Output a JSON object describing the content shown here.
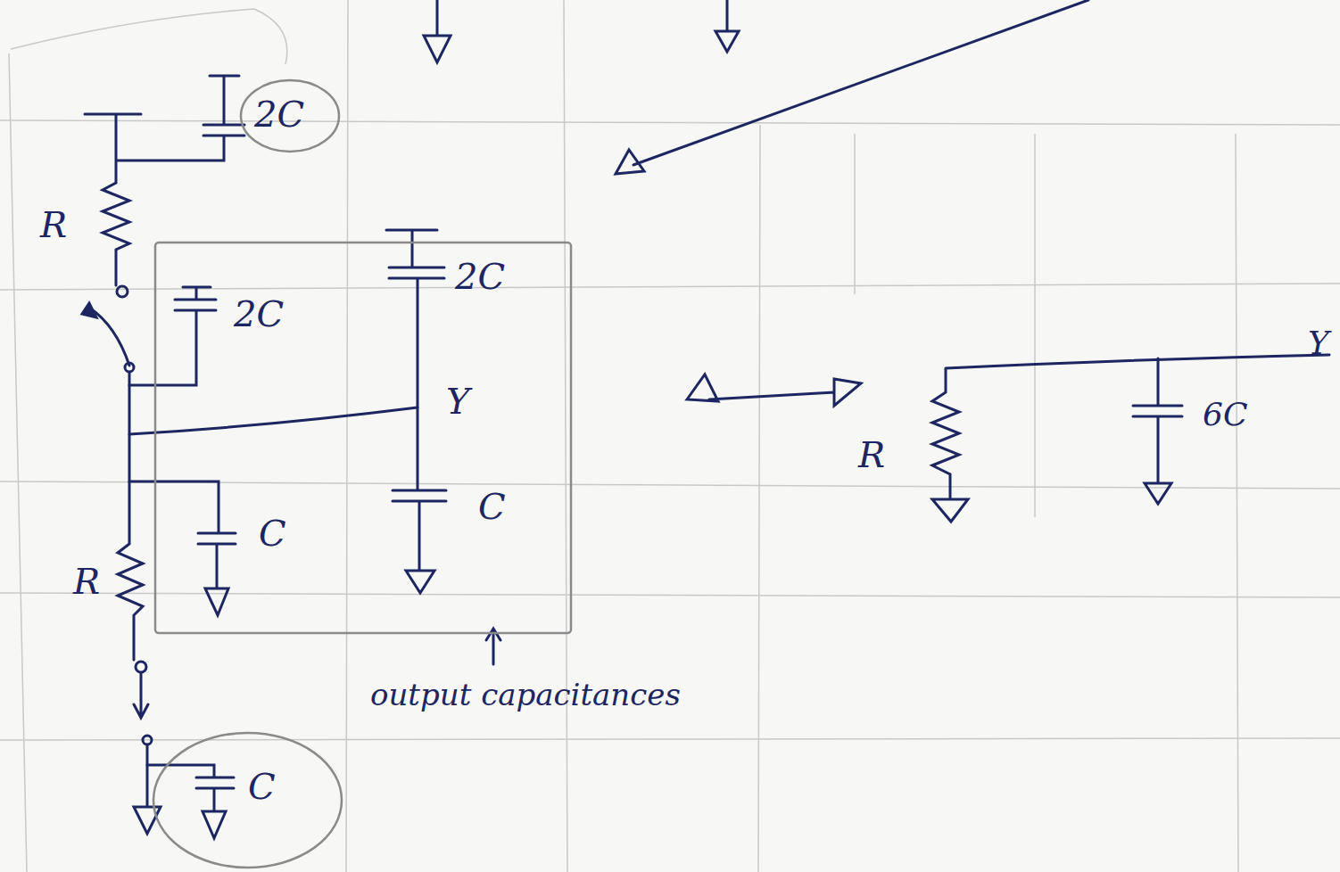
{
  "diagram": {
    "nodes": [
      {
        "text": [
          "2C"
        ]
      },
      {
        "text": [
          "2C",
          "2C",
          "Y",
          "C",
          "C"
        ]
      },
      {
        "text": [
          "C"
        ]
      }
    ],
    "labels": [
      "R",
      "R",
      "output capacitances",
      "R",
      "6C",
      "Y"
    ]
  }
}
